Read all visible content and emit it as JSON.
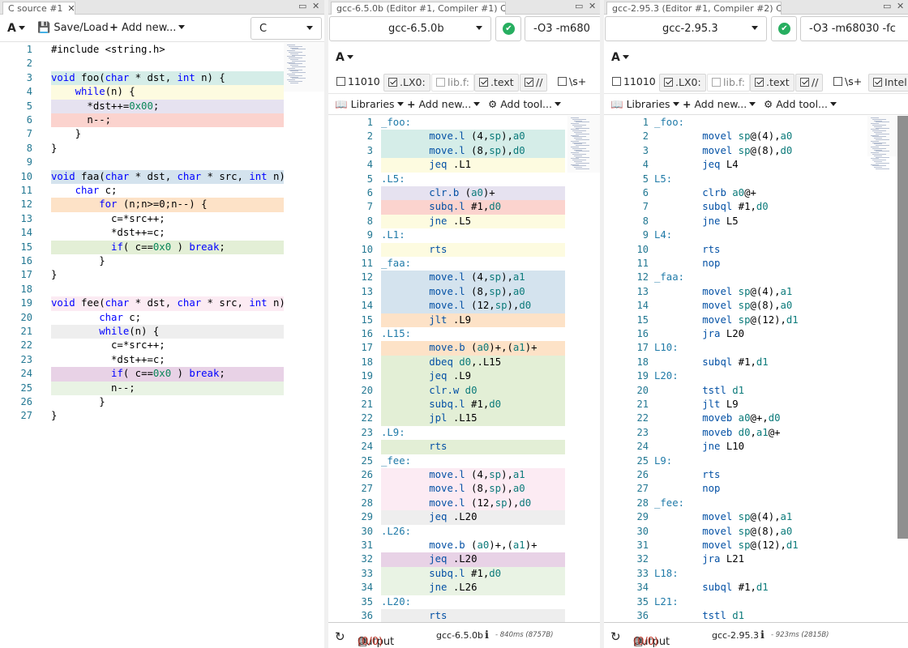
{
  "editor": {
    "tab": "C source #1",
    "save_label": "Save/Load",
    "add_label": "Add new...",
    "language": "C",
    "lines": [
      {
        "t": "#include <string.h>",
        "bg": "#ffffff"
      },
      {
        "t": "",
        "bg": "#ffffff"
      },
      {
        "t": "void foo(char * dst, int n) {",
        "bg": "#d5ede8"
      },
      {
        "t": "    while(n) {",
        "bg": "#fdfbe0"
      },
      {
        "t": "      *dst++=0x00;",
        "bg": "#e6e2f0"
      },
      {
        "t": "      n--;",
        "bg": "#fbd3ce"
      },
      {
        "t": "    }",
        "bg": "#ffffff"
      },
      {
        "t": "}",
        "bg": "#ffffff"
      },
      {
        "t": "",
        "bg": "#ffffff"
      },
      {
        "t": "void faa(char * dst, char * src, int n)",
        "bg": "#d4e3ee"
      },
      {
        "t": "    char c;",
        "bg": "#ffffff"
      },
      {
        "t": "        for (n;n>=0;n--) {",
        "bg": "#fde2c7"
      },
      {
        "t": "          c=*src++;",
        "bg": "#ffffff"
      },
      {
        "t": "          *dst++=c;",
        "bg": "#ffffff"
      },
      {
        "t": "          if( c==0x0 ) break;",
        "bg": "#e3efd6"
      },
      {
        "t": "        }",
        "bg": "#ffffff"
      },
      {
        "t": "}",
        "bg": "#ffffff"
      },
      {
        "t": "",
        "bg": "#ffffff"
      },
      {
        "t": "void fee(char * dst, char * src, int n)",
        "bg": "#fcebf3"
      },
      {
        "t": "        char c;",
        "bg": "#ffffff"
      },
      {
        "t": "        while(n) {",
        "bg": "#eeeeee"
      },
      {
        "t": "          c=*src++;",
        "bg": "#ffffff"
      },
      {
        "t": "          *dst++=c;",
        "bg": "#ffffff"
      },
      {
        "t": "          if( c==0x0 ) break;",
        "bg": "#e8d2e6"
      },
      {
        "t": "          n--;",
        "bg": "#e9f3e4"
      },
      {
        "t": "        }",
        "bg": "#ffffff"
      },
      {
        "t": "}",
        "bg": "#ffffff"
      }
    ]
  },
  "compiler1": {
    "tab": "gcc-6.5.0b (Editor #1, Compiler #1) C",
    "compiler": "gcc-6.5.0b",
    "options": "-O3 -m680",
    "filters": [
      "11010",
      ".LX0:",
      "lib.f:",
      ".text",
      "//",
      "\\s+"
    ],
    "filter_on": [
      false,
      true,
      false,
      true,
      true,
      false
    ],
    "libraries_label": "Libraries",
    "add_label": "Add new...",
    "tool_label": "Add tool...",
    "output_label": "Output",
    "output_count": "(0/0)",
    "status_compiler": "gcc-6.5.0b",
    "timing": "- 840ms (8757B)",
    "lines": [
      {
        "t": "_foo:",
        "bg": "#ffffff"
      },
      {
        "t": "        move.l (4,sp),a0",
        "bg": "#d5ede8"
      },
      {
        "t": "        move.l (8,sp),d0",
        "bg": "#d5ede8"
      },
      {
        "t": "        jeq .L1",
        "bg": "#fdfbe0"
      },
      {
        "t": ".L5:",
        "bg": "#ffffff"
      },
      {
        "t": "        clr.b (a0)+",
        "bg": "#e6e2f0"
      },
      {
        "t": "        subq.l #1,d0",
        "bg": "#fbd3ce"
      },
      {
        "t": "        jne .L5",
        "bg": "#fdfbe0"
      },
      {
        "t": ".L1:",
        "bg": "#ffffff"
      },
      {
        "t": "        rts",
        "bg": "#fdfbe0"
      },
      {
        "t": "_faa:",
        "bg": "#ffffff"
      },
      {
        "t": "        move.l (4,sp),a1",
        "bg": "#d4e3ee"
      },
      {
        "t": "        move.l (8,sp),a0",
        "bg": "#d4e3ee"
      },
      {
        "t": "        move.l (12,sp),d0",
        "bg": "#d4e3ee"
      },
      {
        "t": "        jlt .L9",
        "bg": "#fde2c7"
      },
      {
        "t": ".L15:",
        "bg": "#ffffff"
      },
      {
        "t": "        move.b (a0)+,(a1)+",
        "bg": "#fde2c7"
      },
      {
        "t": "        dbeq d0,.L15",
        "bg": "#e3efd6"
      },
      {
        "t": "        jeq .L9",
        "bg": "#e3efd6"
      },
      {
        "t": "        clr.w d0",
        "bg": "#e3efd6"
      },
      {
        "t": "        subq.l #1,d0",
        "bg": "#e3efd6"
      },
      {
        "t": "        jpl .L15",
        "bg": "#e3efd6"
      },
      {
        "t": ".L9:",
        "bg": "#ffffff"
      },
      {
        "t": "        rts",
        "bg": "#e3efd6"
      },
      {
        "t": "_fee:",
        "bg": "#ffffff"
      },
      {
        "t": "        move.l (4,sp),a1",
        "bg": "#fcebf3"
      },
      {
        "t": "        move.l (8,sp),a0",
        "bg": "#fcebf3"
      },
      {
        "t": "        move.l (12,sp),d0",
        "bg": "#fcebf3"
      },
      {
        "t": "        jeq .L20",
        "bg": "#eeeeee"
      },
      {
        "t": ".L26:",
        "bg": "#ffffff"
      },
      {
        "t": "        move.b (a0)+,(a1)+",
        "bg": "#ffffff"
      },
      {
        "t": "        jeq .L20",
        "bg": "#e8d2e6"
      },
      {
        "t": "        subq.l #1,d0",
        "bg": "#e9f3e4"
      },
      {
        "t": "        jne .L26",
        "bg": "#e9f3e4"
      },
      {
        "t": ".L20:",
        "bg": "#ffffff"
      },
      {
        "t": "        rts",
        "bg": "#eeeeee"
      }
    ]
  },
  "compiler2": {
    "tab": "gcc-2.95.3 (Editor #1, Compiler #2) C",
    "compiler": "gcc-2.95.3",
    "options": "-O3 -m68030 -fc",
    "filters": [
      "11010",
      ".LX0:",
      "lib.f:",
      ".text",
      "//",
      "\\s+",
      "Intel"
    ],
    "filter_on": [
      false,
      true,
      false,
      true,
      true,
      false,
      true
    ],
    "libraries_label": "Libraries",
    "add_label": "Add new...",
    "tool_label": "Add tool...",
    "output_label": "Output",
    "output_count": "(0/0)",
    "status_compiler": "gcc-2.95.3",
    "timing": "- 923ms (2815B)",
    "lines": [
      "_foo:",
      "        movel sp@(4),a0",
      "        movel sp@(8),d0",
      "        jeq L4",
      "L5:",
      "        clrb a0@+",
      "        subql #1,d0",
      "        jne L5",
      "L4:",
      "        rts",
      "        nop",
      "_faa:",
      "        movel sp@(4),a1",
      "        movel sp@(8),a0",
      "        movel sp@(12),d1",
      "        jra L20",
      "L10:",
      "        subql #1,d1",
      "L20:",
      "        tstl d1",
      "        jlt L9",
      "        moveb a0@+,d0",
      "        moveb d0,a1@+",
      "        jne L10",
      "L9:",
      "        rts",
      "        nop",
      "_fee:",
      "        movel sp@(4),a1",
      "        movel sp@(8),a0",
      "        movel sp@(12),d1",
      "        jra L21",
      "L18:",
      "        subql #1,d1",
      "L21:",
      "        tstl d1"
    ]
  }
}
